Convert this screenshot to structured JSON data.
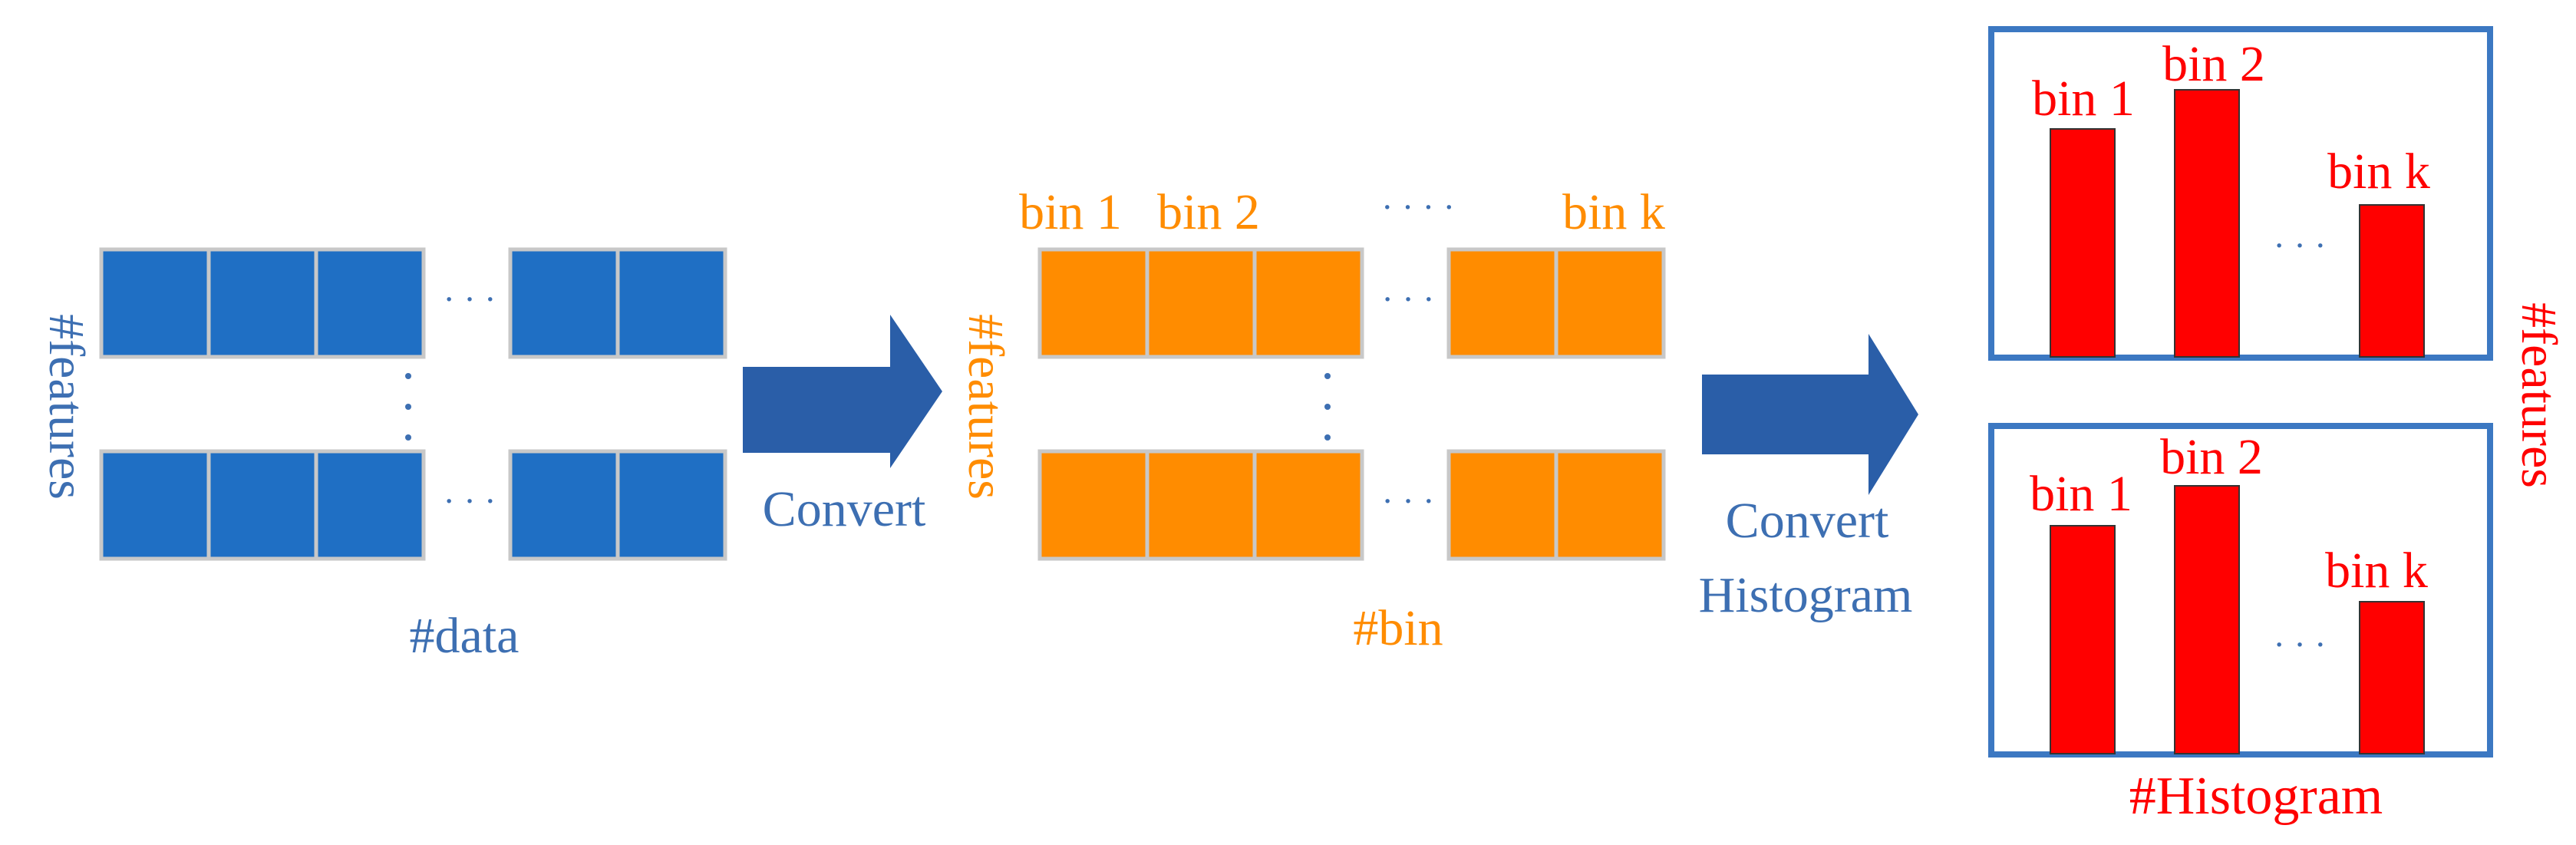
{
  "colors": {
    "blue_cell": "#1f6fc4",
    "blue_text": "#3d6fb2",
    "orange_cell": "#ff8c00",
    "orange_text": "#ff8c00",
    "red": "#ff0000",
    "arrow": "#2a5ea8",
    "cell_border": "#c8c8c8",
    "frame_border": "#3c78c2"
  },
  "data_matrix": {
    "features_label": "#features",
    "data_label": "#data",
    "dots": "· · ·",
    "vdots": "·\n·\n·"
  },
  "arrow1": {
    "label": "Convert"
  },
  "bin_matrix": {
    "features_label": "#features",
    "bin_label": "#bin",
    "header": {
      "bin1": "bin 1",
      "bin2": "bin 2",
      "dots": "· · · ·",
      "bink": "bin k"
    },
    "dots": "· · ·"
  },
  "arrow2": {
    "line1": "Convert",
    "line2": "Histogram"
  },
  "histograms": {
    "features_label": "#features",
    "histogram_label": "#Histogram",
    "top": {
      "bin1": "bin 1",
      "bin2": "bin 2",
      "bink": "bin k",
      "dots": "· · ·"
    },
    "bottom": {
      "bin1": "bin 1",
      "bin2": "bin 2",
      "bink": "bin k",
      "dots": "· · ·"
    }
  }
}
